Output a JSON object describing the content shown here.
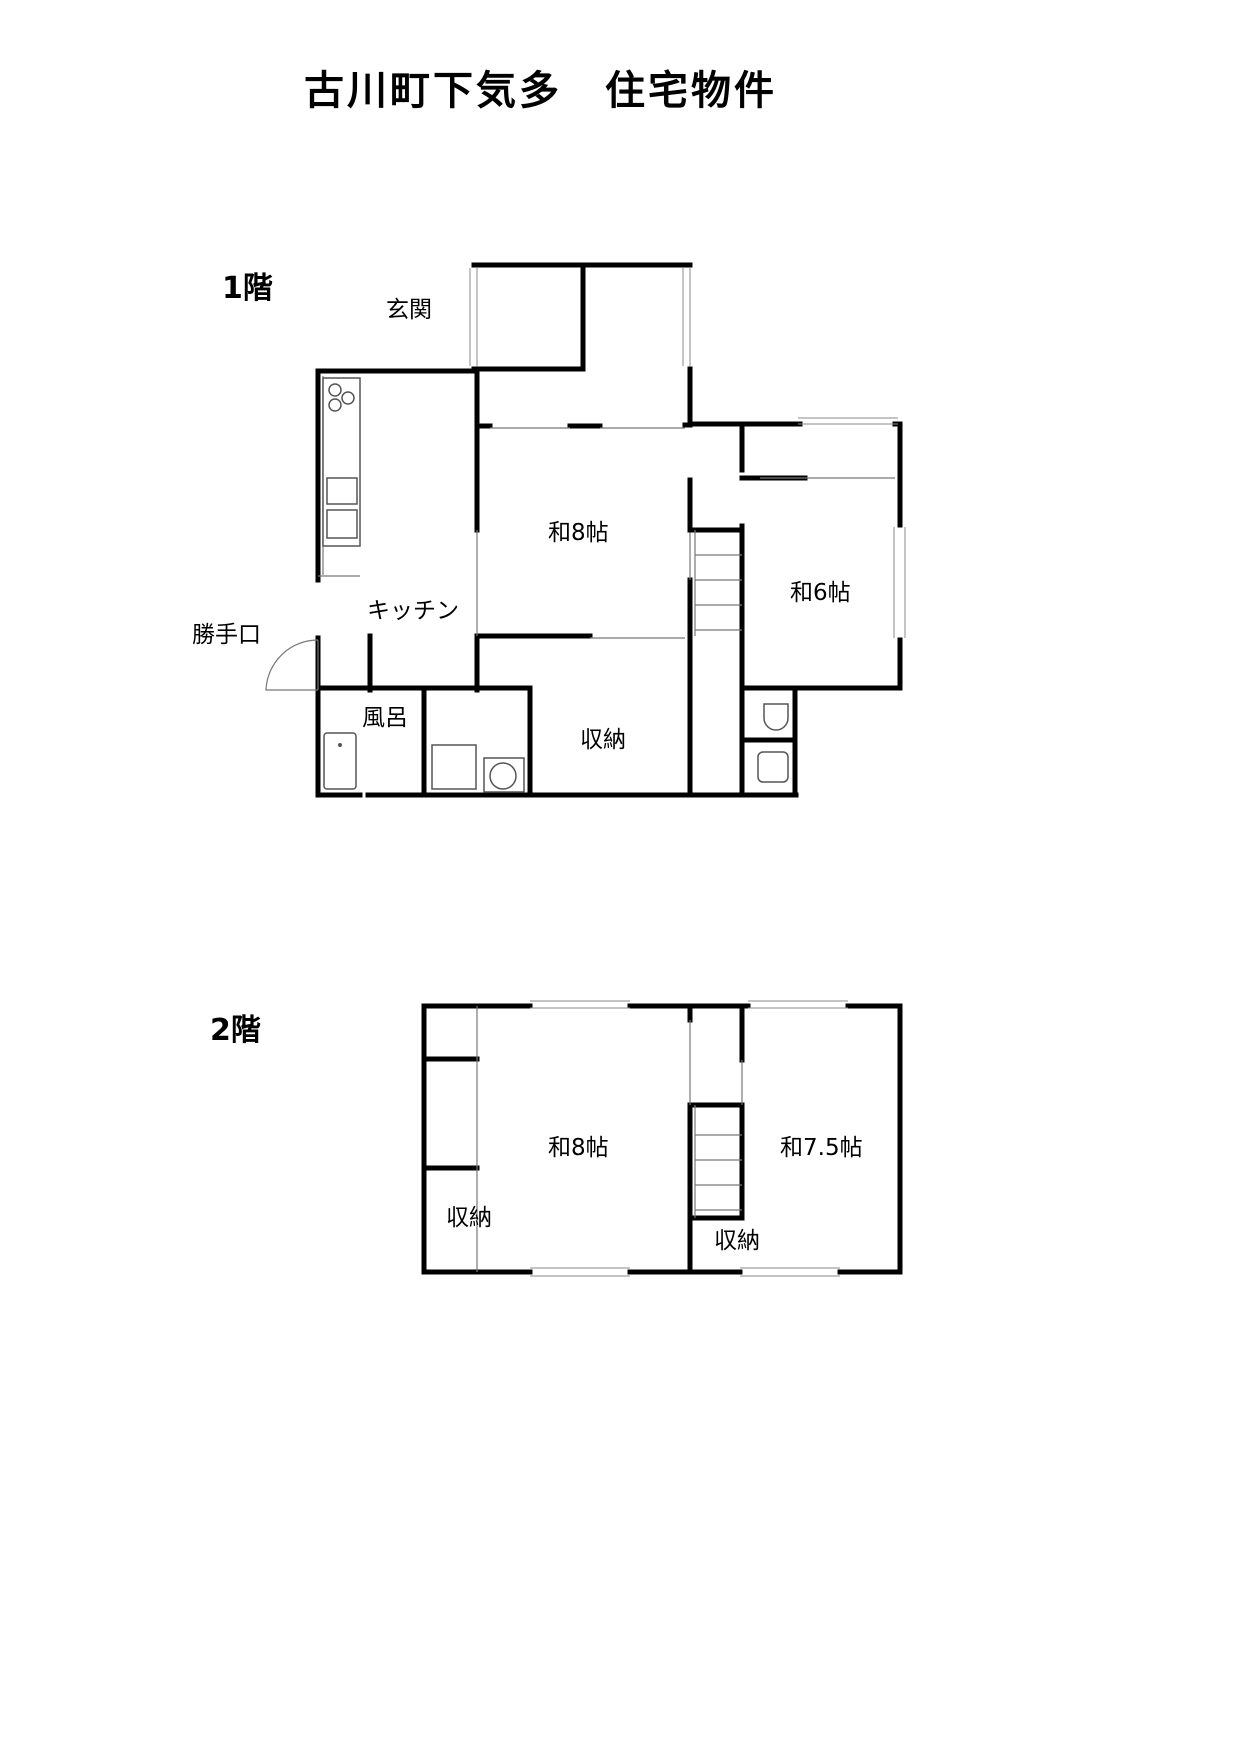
{
  "title": "古川町下気多　住宅物件",
  "floors": [
    {
      "label": "1階",
      "rooms": {
        "entrance": "玄関",
        "kitchen": "キッチン",
        "back_door": "勝手口",
        "bath": "風呂",
        "japanese_8": "和8帖",
        "japanese_6": "和6帖",
        "storage": "収納"
      }
    },
    {
      "label": "2階",
      "rooms": {
        "japanese_8": "和8帖",
        "japanese_7_5": "和7.5帖",
        "storage_left": "収納",
        "storage_right": "収納"
      }
    }
  ]
}
